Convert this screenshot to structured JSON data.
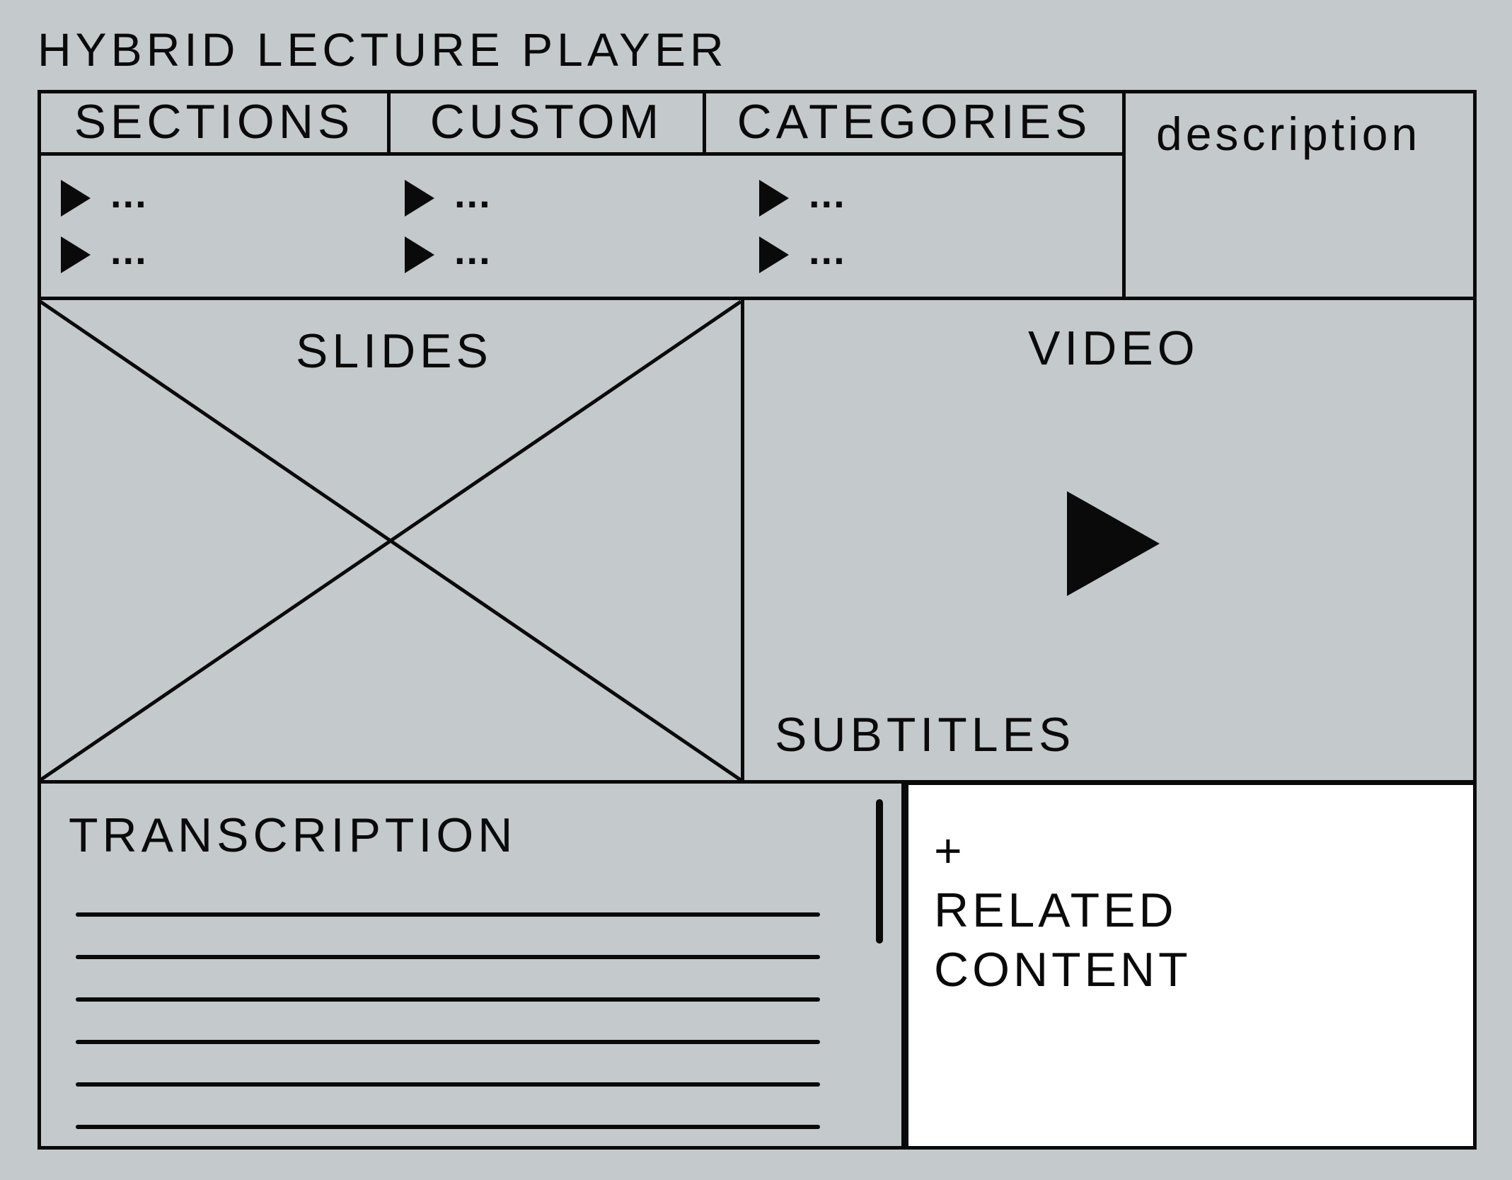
{
  "app": {
    "title": "HYBRID LECTURE PLAYER"
  },
  "tabs": [
    {
      "label": "SECTIONS"
    },
    {
      "label": "CUSTOM"
    },
    {
      "label": "CATEGORIES"
    }
  ],
  "tab_columns": [
    {
      "items": [
        {
          "icon": "play-triangle-icon",
          "label": "..."
        },
        {
          "icon": "play-triangle-icon",
          "label": "..."
        }
      ]
    },
    {
      "items": [
        {
          "icon": "play-triangle-icon",
          "label": "..."
        },
        {
          "icon": "play-triangle-icon",
          "label": "..."
        }
      ]
    },
    {
      "items": [
        {
          "icon": "play-triangle-icon",
          "label": "..."
        },
        {
          "icon": "play-triangle-icon",
          "label": "..."
        }
      ]
    }
  ],
  "description": {
    "label": "description"
  },
  "slides": {
    "label": "SLIDES",
    "placeholder_icon": "image-placeholder-icon"
  },
  "video": {
    "label": "VIDEO",
    "play_icon": "play-icon",
    "subtitles_label": "SUBTITLES"
  },
  "transcription": {
    "label": "TRANSCRIPTION",
    "line_count": 6
  },
  "related": {
    "plus": "+",
    "line1": "RELATED",
    "line2": "CONTENT"
  },
  "colors": {
    "background": "#c4c9cb",
    "ink": "#0a0a0a",
    "related_bg": "#ffffff"
  }
}
